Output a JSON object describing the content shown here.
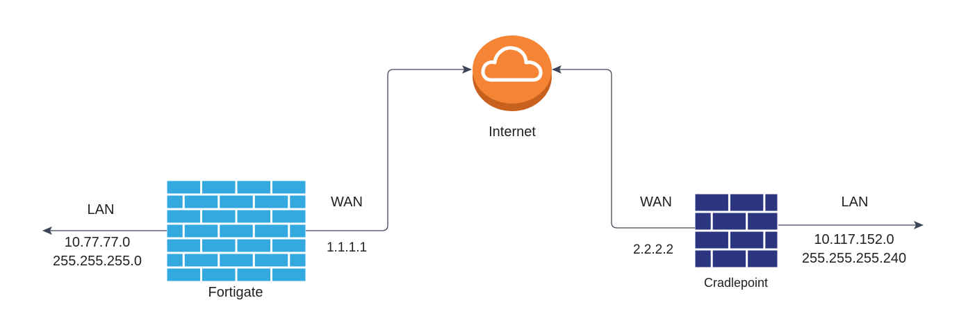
{
  "colors": {
    "background": "#ffffff",
    "line": "#3d4657",
    "fortigate_brick": "#33a9e0",
    "cradlepoint_brick": "#2c3580",
    "cloud_orange": "#f58535",
    "cloud_orange_dark": "#c8601e",
    "cloud_icon": "#ffffff",
    "text": "#1f1f1f"
  },
  "internet": {
    "label": "Internet",
    "icon": "cloud-icon"
  },
  "fortigate": {
    "label": "Fortigate",
    "icon": "firewall-icon",
    "lan": {
      "label": "LAN",
      "network": "10.77.77.0",
      "mask": "255.255.255.0"
    },
    "wan": {
      "label": "WAN",
      "ip": "1.1.1.1"
    }
  },
  "cradlepoint": {
    "label": "Cradlepoint",
    "icon": "firewall-icon",
    "lan": {
      "label": "LAN",
      "network": "10.117.152.0",
      "mask": "255.255.255.240"
    },
    "wan": {
      "label": "WAN",
      "ip": "2.2.2.2"
    }
  }
}
